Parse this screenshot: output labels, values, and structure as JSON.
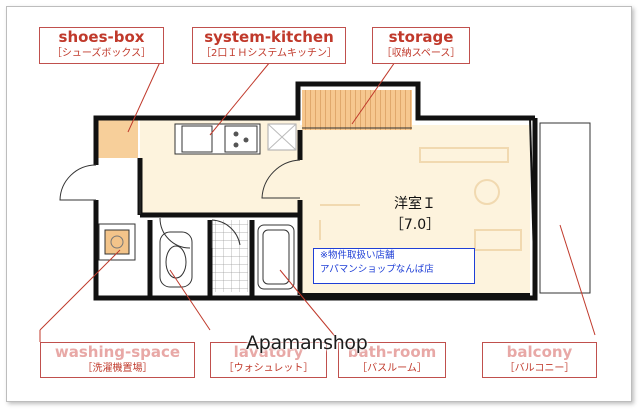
{
  "labels": {
    "shoes_box": {
      "en": "shoes-box",
      "jp": "［シューズボックス］"
    },
    "system_kitchen": {
      "en": "system-kitchen",
      "jp": "［2口ＩＨシステムキッチン］"
    },
    "storage": {
      "en": "storage",
      "jp": "［収納スペース］"
    },
    "washing_space": {
      "en": "washing-space",
      "jp": "［洗濯機置場］"
    },
    "lavatory": {
      "en": "lavatory",
      "jp": "［ウォシュレット］"
    },
    "bath_room": {
      "en": "bath-room",
      "jp": "［バスルーム］"
    },
    "balcony": {
      "en": "balcony",
      "jp": "［バルコニー］"
    }
  },
  "room": {
    "name": "洋室Ｉ",
    "size": "［7.0］"
  },
  "notice": {
    "line1": "※物件取扱い店舗",
    "line2": "アパマンショップなんば店"
  },
  "watermark": "Apamanshop",
  "colors": {
    "label_red": "#c0392b",
    "notice_blue": "#1f3fd6",
    "floor_beige": "#fdf3dd",
    "storage_orange": "#f3c48a"
  }
}
